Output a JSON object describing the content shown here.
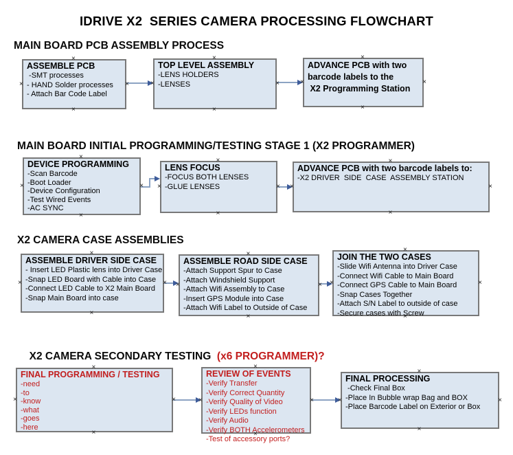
{
  "title": "IDRIVE X2  SERIES CAMERA PROCESSING FLOWCHART",
  "icons": {
    "connection_point": "×",
    "arrow_head": "►"
  },
  "colors": {
    "box_fill": "#dce6f1",
    "box_border": "#787878",
    "red_text": "#c21e1e",
    "arrow_line": "#8ca3c3",
    "arrow_head": "#3e5c9a"
  },
  "sections": {
    "s1": {
      "header": "MAIN BOARD PCB ASSEMBLY PROCESS"
    },
    "s2": {
      "header": "MAIN BOARD INITIAL PROGRAMMING/TESTING STAGE 1 (X2 PROGRAMMER)"
    },
    "s3": {
      "header": "X2 CAMERA CASE ASSEMBLIES"
    },
    "s4": {
      "header_black": "X2 CAMERA SECONDARY TESTING  ",
      "header_red": "(x6 PROGRAMMER)?"
    }
  },
  "boxes": {
    "assemble_pcb": {
      "title": "ASSEMBLE PCB",
      "items": [
        " -SMT processes",
        "- HAND Solder processes",
        "- Attach Bar Code Label"
      ]
    },
    "top_level_assembly": {
      "title": "TOP LEVEL ASSEMBLY",
      "items": [
        "-LENS HOLDERS",
        "-LENSES"
      ]
    },
    "advance_pcb_programming_station": {
      "items": [
        "ADVANCE PCB with two",
        "barcode labels to the",
        " X2 Programming Station"
      ]
    },
    "device_programming": {
      "title": "DEVICE PROGRAMMING",
      "items": [
        "-Scan Barcode",
        "-Boot Loader",
        "-Device Configuration",
        "-Test Wired Events",
        "-AC SYNC"
      ]
    },
    "lens_focus": {
      "title": "LENS FOCUS",
      "items": [
        "-FOCUS BOTH LENSES",
        "-GLUE LENSES"
      ]
    },
    "advance_pcb_driver_station": {
      "title": "ADVANCE PCB with two barcode labels to:",
      "items": [
        "-X2 DRIVER  SIDE  CASE  ASSEMBLY STATION"
      ]
    },
    "assemble_driver_side_case": {
      "title": "ASSEMBLE DRIVER SIDE CASE",
      "items": [
        "- Insert LED Plastic lens into Driver Case",
        "-Snap LED Board with Cable into Case",
        "-Connect LED Cable to X2 Main Board",
        "-Snap Main Board into case"
      ]
    },
    "assemble_road_side_case": {
      "title": "ASSEMBLE ROAD SIDE CASE",
      "items": [
        "-Attach Support Spur to Case",
        "-Attach Windshield Support",
        "-Attach Wifi Assembly to Case",
        "-Insert GPS Module into Case",
        "-Attach Wifi Label to Outside of Case"
      ]
    },
    "join_the_two_cases": {
      "title": "JOIN THE TWO CASES",
      "items": [
        "-Slide Wifi Antenna into Driver Case",
        "-Connect Wifi Cable to Main Board",
        "-Connect GPS Cable to Main Board",
        "-Snap Cases Together",
        "-Attach S/N Label to outside of case",
        "-Secure cases with Screw"
      ]
    },
    "final_programming_testing": {
      "title": "FINAL PROGRAMMING / TESTING",
      "items": [
        "-need",
        "-to",
        "-know",
        "-what",
        "-goes",
        "-here"
      ]
    },
    "review_of_events": {
      "title": "REVIEW OF EVENTS",
      "items": [
        "-Verify Transfer",
        "-Verify Correct Quantity",
        "-Verify Quality of Video",
        "-Verify LEDs function",
        "-Verify Audio",
        "-Verify BOTH Accelerometers",
        "-Test of accessory ports?"
      ]
    },
    "final_processing": {
      "title": "FINAL PROCESSING",
      "items": [
        " -Check Final Box",
        "-Place In Bubble wrap Bag and BOX",
        "-Place Barcode Label on Exterior or Box"
      ]
    }
  }
}
